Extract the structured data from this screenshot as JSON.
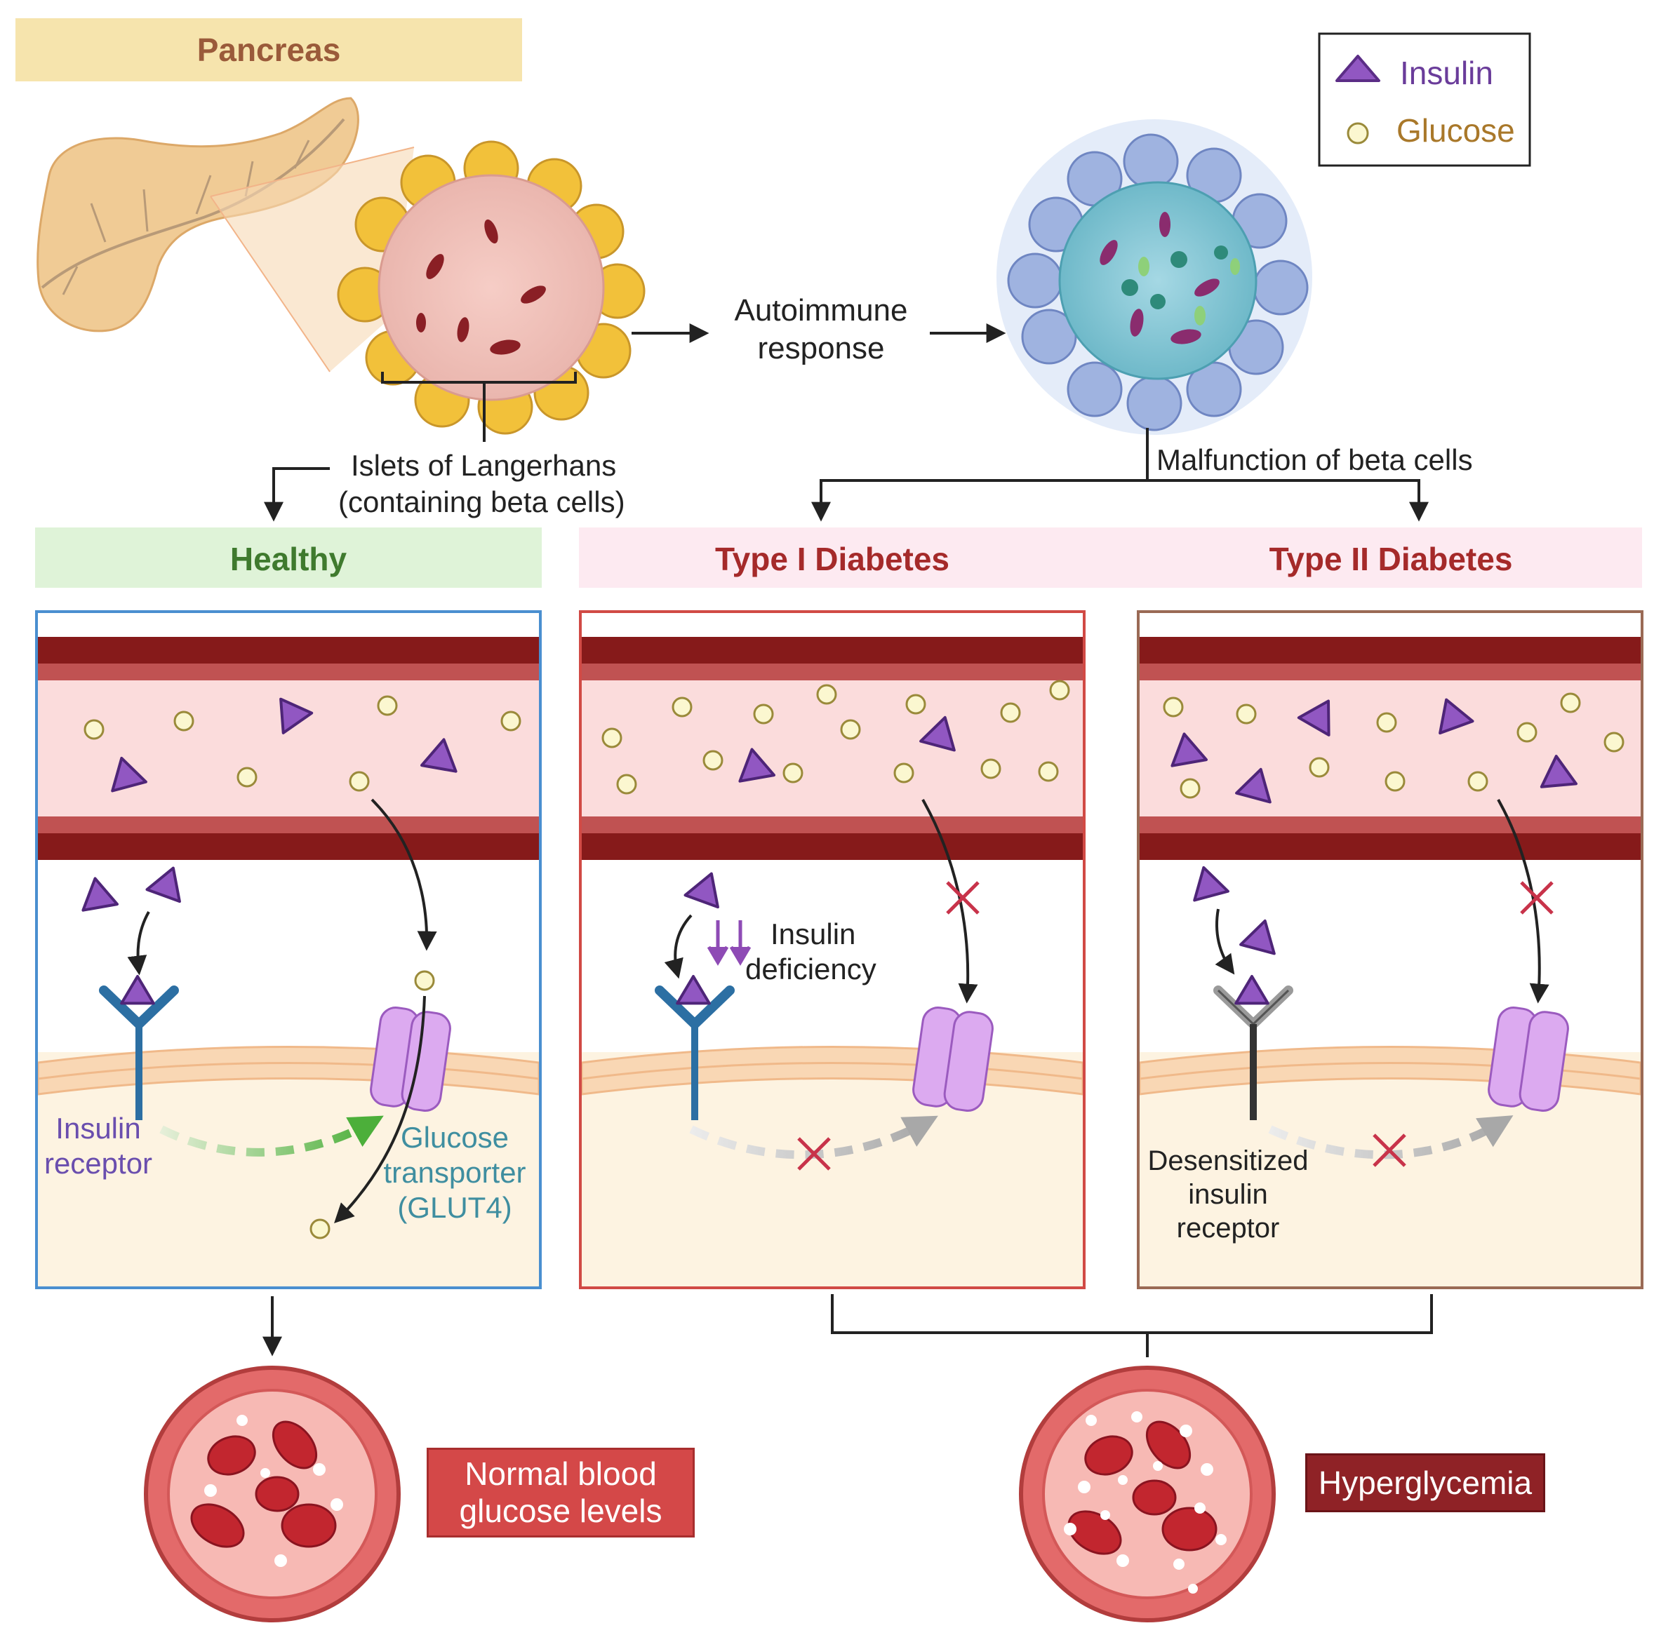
{
  "pancreas": {
    "label": "Pancreas"
  },
  "legend": {
    "insulin_label": "Insulin",
    "glucose_label": "Glucose"
  },
  "flow": {
    "autoimmune_line1": "Autoimmune",
    "autoimmune_line2": "response",
    "islets_line1": "Islets of Langerhans",
    "islets_line2": "(containing beta cells)",
    "malfunction": "Malfunction of beta cells"
  },
  "headers": {
    "healthy": "Healthy",
    "type1": "Type I Diabetes",
    "type2": "Type II Diabetes"
  },
  "healthy_panel": {
    "receptor_line1": "Insulin",
    "receptor_line2": "receptor",
    "transporter_line1": "Glucose",
    "transporter_line2": "transporter",
    "transporter_line3": "(GLUT4)"
  },
  "type1_panel": {
    "deficiency_line1": "Insulin",
    "deficiency_line2": "deficiency"
  },
  "type2_panel": {
    "receptor_line1": "Desensitized",
    "receptor_line2": "insulin",
    "receptor_line3": "receptor"
  },
  "outcomes": {
    "normal_line1": "Normal blood",
    "normal_line2": "glucose levels",
    "hyper": "Hyperglycemia"
  },
  "colors": {
    "insulin": "#8e4bb5",
    "glucose_fill": "#fbf7d0",
    "vessel_dark": "#861a1a",
    "vessel_lumen": "#fbdcdc",
    "cytoplasm": "#fdf3e1",
    "healthy_border": "#4a8fd0",
    "type1_border": "#d14a45",
    "type2_border": "#9a6a55",
    "inhibit_x": "#c8334a"
  }
}
